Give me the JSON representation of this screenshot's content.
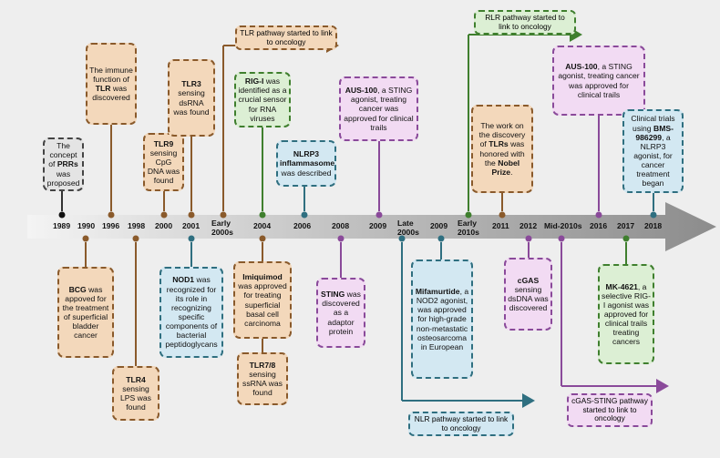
{
  "years": [
    "1989",
    "1990",
    "1996",
    "1998",
    "2000",
    "2001",
    "Early 2000s",
    "2004",
    "2006",
    "2008",
    "2009",
    "Late 2000s",
    "2009",
    "Early 2010s",
    "2011",
    "2012",
    "Mid-2010s",
    "2016",
    "2017",
    "2018"
  ],
  "banners": {
    "tlr": "TLR pathway started to link to oncology",
    "rlr": "RLR pathway started to link to oncology",
    "nlr": "NLR pathway started to link to oncology",
    "cgas_sting": "cGAS-STING pathway started to link to oncology"
  },
  "above": {
    "prr": {
      "pre": "The concept of ",
      "bold": "PRRs",
      "post": " was proposed"
    },
    "tlr_function": {
      "pre": "The immune function of ",
      "bold": "TLR",
      "post": " was discovered"
    },
    "tlr9": {
      "bold": "TLR9",
      "post": " sensing CpG DNA was found"
    },
    "tlr3": {
      "bold": "TLR3",
      "post": " sensing dsRNA was found"
    },
    "rigi": {
      "bold": "RIG-I",
      "post": " was identified as a crucial sensor for RNA viruses"
    },
    "nlrp3": {
      "bold": "NLRP3 inflammasome",
      "post": " was described"
    },
    "aus100_2009": {
      "bold": "AUS-100",
      "post": ", a STING agonist, treating cancer was approved for clinical trails"
    },
    "nobel": {
      "pre": "The work on the discovery of ",
      "bold": "TLRs",
      "mid": " was honored with the ",
      "bold2": "Nobel Prize",
      "post": "."
    },
    "aus100_2016": {
      "bold": "AUS-100",
      "post": ", a STING agonist, treating cancer was approved for clinical trails"
    },
    "bms": {
      "pre": "Clinical trials using ",
      "bold": "BMS-986299",
      "post": ", a NLRP3 agonist, for cancer treatment began"
    }
  },
  "below": {
    "bcg": {
      "bold": "BCG",
      "post": " was appoved for the treatment of superficial bladder cancer"
    },
    "tlr4": {
      "bold": "TLR4",
      "post": " sensing LPS was found"
    },
    "nod1": {
      "bold": "NOD1",
      "post": " was recognized for its role in recognizing specific components of bacterial peptidoglycans"
    },
    "imiquimod": {
      "bold": "Imiquimod",
      "post": " was approved for treating superficial basal cell carcinoma"
    },
    "tlr78": {
      "bold": "TLR7/8",
      "post": " sensing ssRNA was found"
    },
    "sting": {
      "bold": "STING",
      "post": " was discovered as a adaptor protein"
    },
    "mifamurtide": {
      "bold": "Mifamurtide",
      "post": ", a NOD2 agonist, was approved for high-grade non-metastatic osteosarcoma in European"
    },
    "cgas": {
      "bold": "cGAS",
      "post": " sensing dsDNA was discovered"
    },
    "mk4621": {
      "bold": "MK-4621",
      "post": ", a selective RIG-I agonist was approved for clinical trails treating cancers"
    }
  },
  "colors": {
    "tan": "#8a5a2b",
    "green": "#3f7f2e",
    "blue": "#2f6f80",
    "purple": "#8a4a9a",
    "gray": "#333333"
  }
}
